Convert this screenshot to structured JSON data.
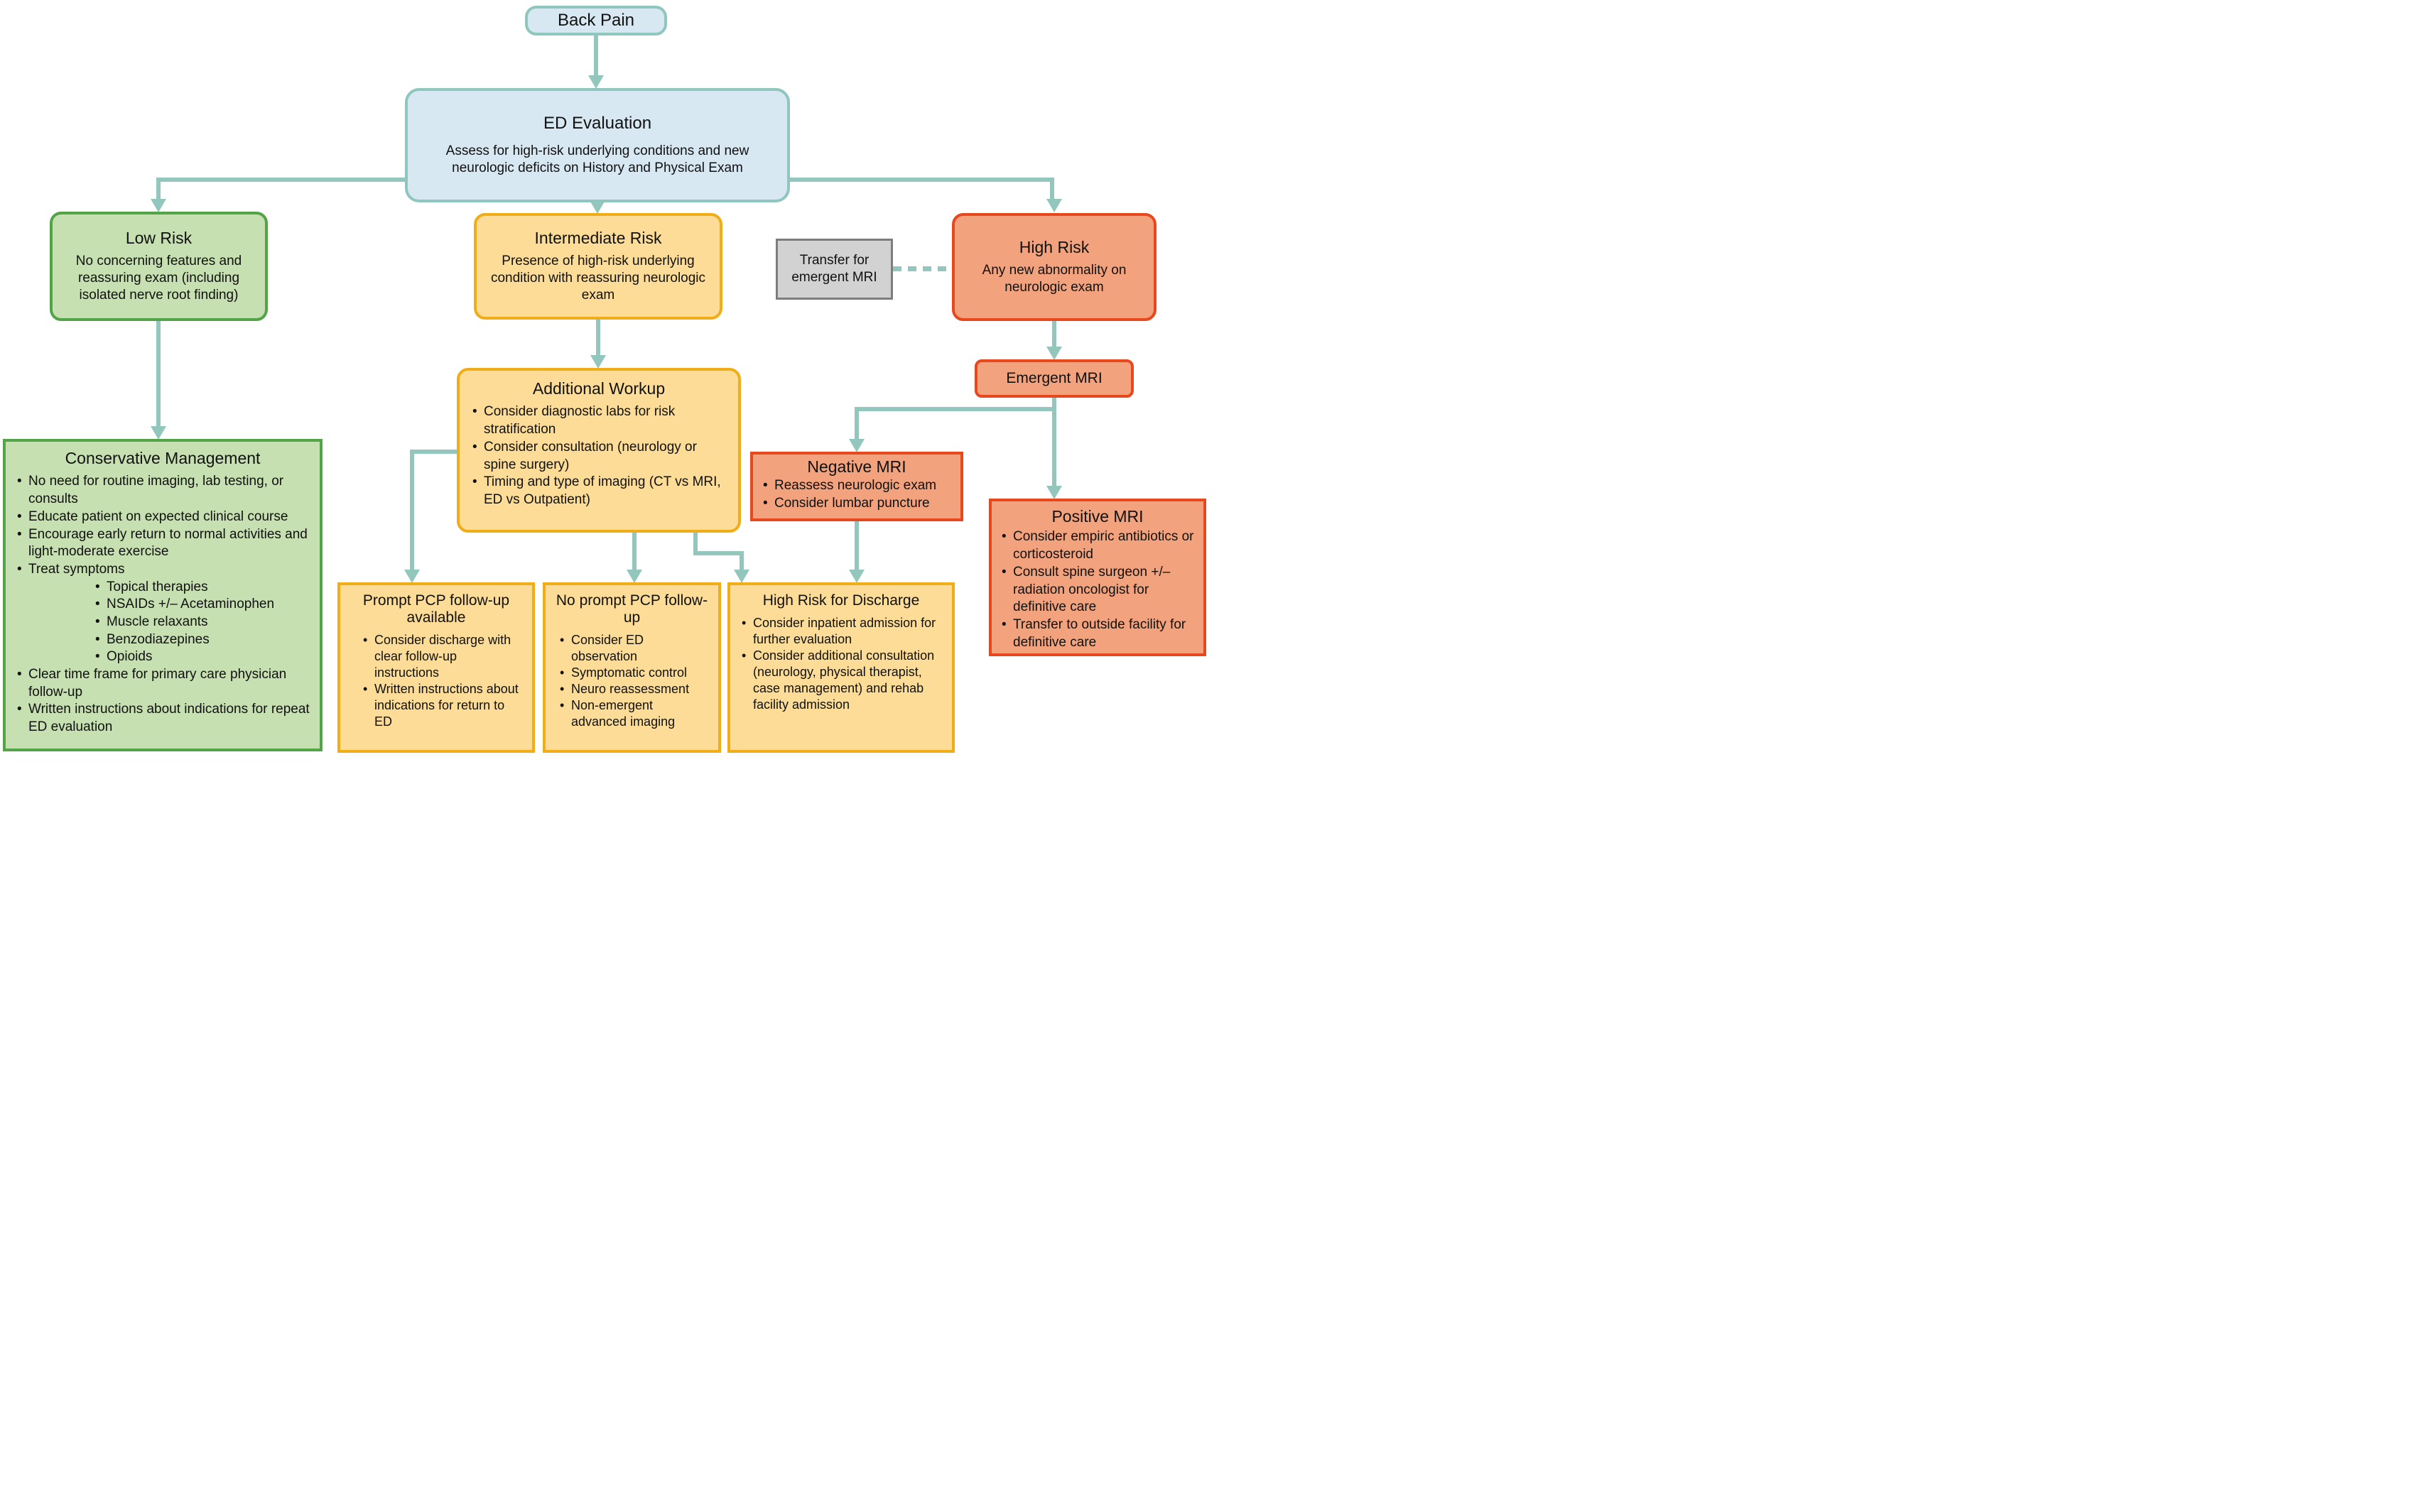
{
  "colors": {
    "connector": "#93c6bd",
    "blue_fill": "#d7e8f2",
    "blue_border": "#8fc6be",
    "green_fill": "#c6e0b1",
    "green_border": "#52a447",
    "yellow_fill": "#fcdc96",
    "yellow_border": "#f1ad18",
    "orange_fill": "#f2a27c",
    "orange_border": "#e8481e",
    "gray_fill": "#d2d2d2",
    "gray_border": "#7d7d7d",
    "text": "#111111",
    "background": "#ffffff"
  },
  "nodes": {
    "back_pain": {
      "title": "Back Pain"
    },
    "ed_evaluation": {
      "title": "ED Evaluation",
      "subtitle": "Assess for high-risk underlying conditions and new neurologic deficits on History and Physical Exam"
    },
    "low_risk": {
      "title": "Low Risk",
      "body": "No concerning features and reassuring exam (including isolated nerve root finding)"
    },
    "intermediate_risk": {
      "title": "Intermediate Risk",
      "body": "Presence of high-risk underlying condition with reassuring neurologic exam"
    },
    "transfer": {
      "title": "Transfer for emergent MRI"
    },
    "high_risk": {
      "title": "High Risk",
      "body": "Any new abnormality on neurologic exam"
    },
    "conservative": {
      "title": "Conservative Management",
      "bullets": [
        "No need for routine imaging, lab testing, or consults",
        "Educate patient on expected clinical course",
        "Encourage early return to normal activities and light-moderate exercise",
        "Treat symptoms",
        "Clear time frame for primary care physician follow-up",
        "Written instructions about indications for repeat ED evaluation"
      ],
      "sub_bullets": [
        "Topical therapies",
        "NSAIDs +/– Acetaminophen",
        "Muscle relaxants",
        "Benzodiazepines",
        "Opioids"
      ]
    },
    "additional_workup": {
      "title": "Additional Workup",
      "bullets": [
        "Consider diagnostic labs for risk stratification",
        "Consider consultation (neurology or spine surgery)",
        "Timing and type of imaging (CT vs MRI, ED vs Outpatient)"
      ]
    },
    "emergent_mri": {
      "title": "Emergent MRI"
    },
    "negative_mri": {
      "title": "Negative MRI",
      "bullets": [
        "Reassess neurologic exam",
        "Consider lumbar puncture"
      ]
    },
    "positive_mri": {
      "title": "Positive MRI",
      "bullets": [
        "Consider empiric antibiotics or corticosteroid",
        "Consult spine surgeon +/– radiation oncologist for definitive care",
        "Transfer to outside facility for definitive care"
      ]
    },
    "prompt_pcp": {
      "title": "Prompt PCP follow-up available",
      "bullets": [
        "Consider discharge with clear follow-up instructions",
        "Written instructions about indications for return to ED"
      ]
    },
    "no_prompt_pcp": {
      "title": "No prompt PCP follow-up",
      "bullets": [
        "Consider ED observation",
        "Symptomatic control",
        "Neuro reassessment",
        "Non-emergent advanced imaging"
      ]
    },
    "high_risk_discharge": {
      "title": "High Risk for Discharge",
      "bullets": [
        "Consider inpatient admission for further evaluation",
        "Consider additional consultation (neurology, physical therapist, case management) and rehab facility admission"
      ]
    }
  }
}
